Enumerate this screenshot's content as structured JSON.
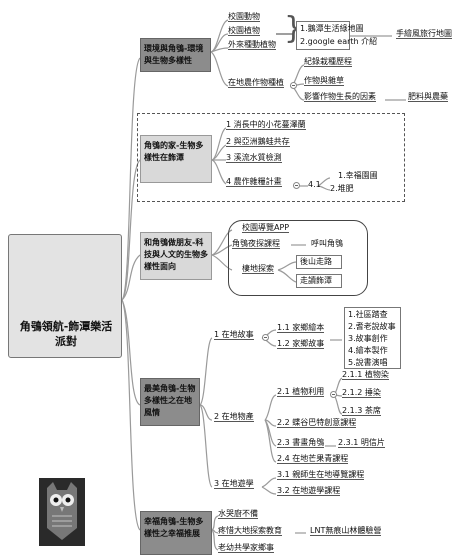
{
  "root": {
    "title": "角鴞領航-飾潭樂活派對"
  },
  "branch1": {
    "title": "環境與角鴞-環境與生物多樣性",
    "plants": [
      "校園動物",
      "校園植物",
      "外來種動植物"
    ],
    "tools": [
      "1.鵝潭生活綠地圖",
      "2.google earth 介紹"
    ],
    "tool_note": "手繪風旅行地圖",
    "crop_label": "在地農作物種植",
    "crop_items": [
      "紀錄栽種歷程",
      "作物與雜草"
    ],
    "crop_factor": "影響作物生長的因素",
    "crop_factor_item": "肥料與農藥"
  },
  "branch2": {
    "title": "角鴞的家-生物多樣性在飾潭",
    "items": [
      "1 消長中的小花蔓澤蘭",
      "2 與亞洲鵝蛙共存",
      "3 溪流水質檢測",
      "4 農作雜糧計畫"
    ],
    "sub_label": "4.1",
    "sub_items": [
      "1.幸福園圃",
      "2.堆肥"
    ]
  },
  "branch3": {
    "title": "和角鴞做朋友-科技與人文的生物多樣性面向",
    "items": [
      "校園導覽APP",
      "角鴞夜探課程",
      "呼叫角鴞",
      "棲地探索",
      "後山走路",
      "走讀飾潭"
    ]
  },
  "branch4": {
    "title": "最美角鴞-生物多樣性之在地風情",
    "story": {
      "label": "1 在地故事",
      "subs": [
        "1.1 家鄉繪本",
        "1.2 家鄉故事"
      ],
      "list": [
        "1.社區踏查",
        "2.耆老說故事",
        "3.故事創作",
        "4.繪本製作",
        "5.說書演唱"
      ]
    },
    "produce": {
      "label": "2 在地物產",
      "plant_use": "2.1 植物利用",
      "plant_use_items": [
        "2.1.1 植物染",
        "2.1.2 捶染",
        "2.1.3 茶席"
      ],
      "others": [
        "2.2 蝶谷巴特創意課程",
        "2.3 書畫角鴞",
        "2.4 在地芒果青課程"
      ],
      "postcard": "2.3.1 明信片"
    },
    "travel": {
      "label": "3 在地遊學",
      "items": [
        "3.1 親師生在地導覽課程",
        "3.2 在地遊學課程"
      ]
    }
  },
  "branch5": {
    "title": "幸福角鴞-生物多樣性之幸福推展",
    "items": [
      "水哭廚不備",
      "疼惜大地探索教育",
      "老幼共學家鄉事"
    ],
    "link": "LNT無痕山林體驗營"
  }
}
